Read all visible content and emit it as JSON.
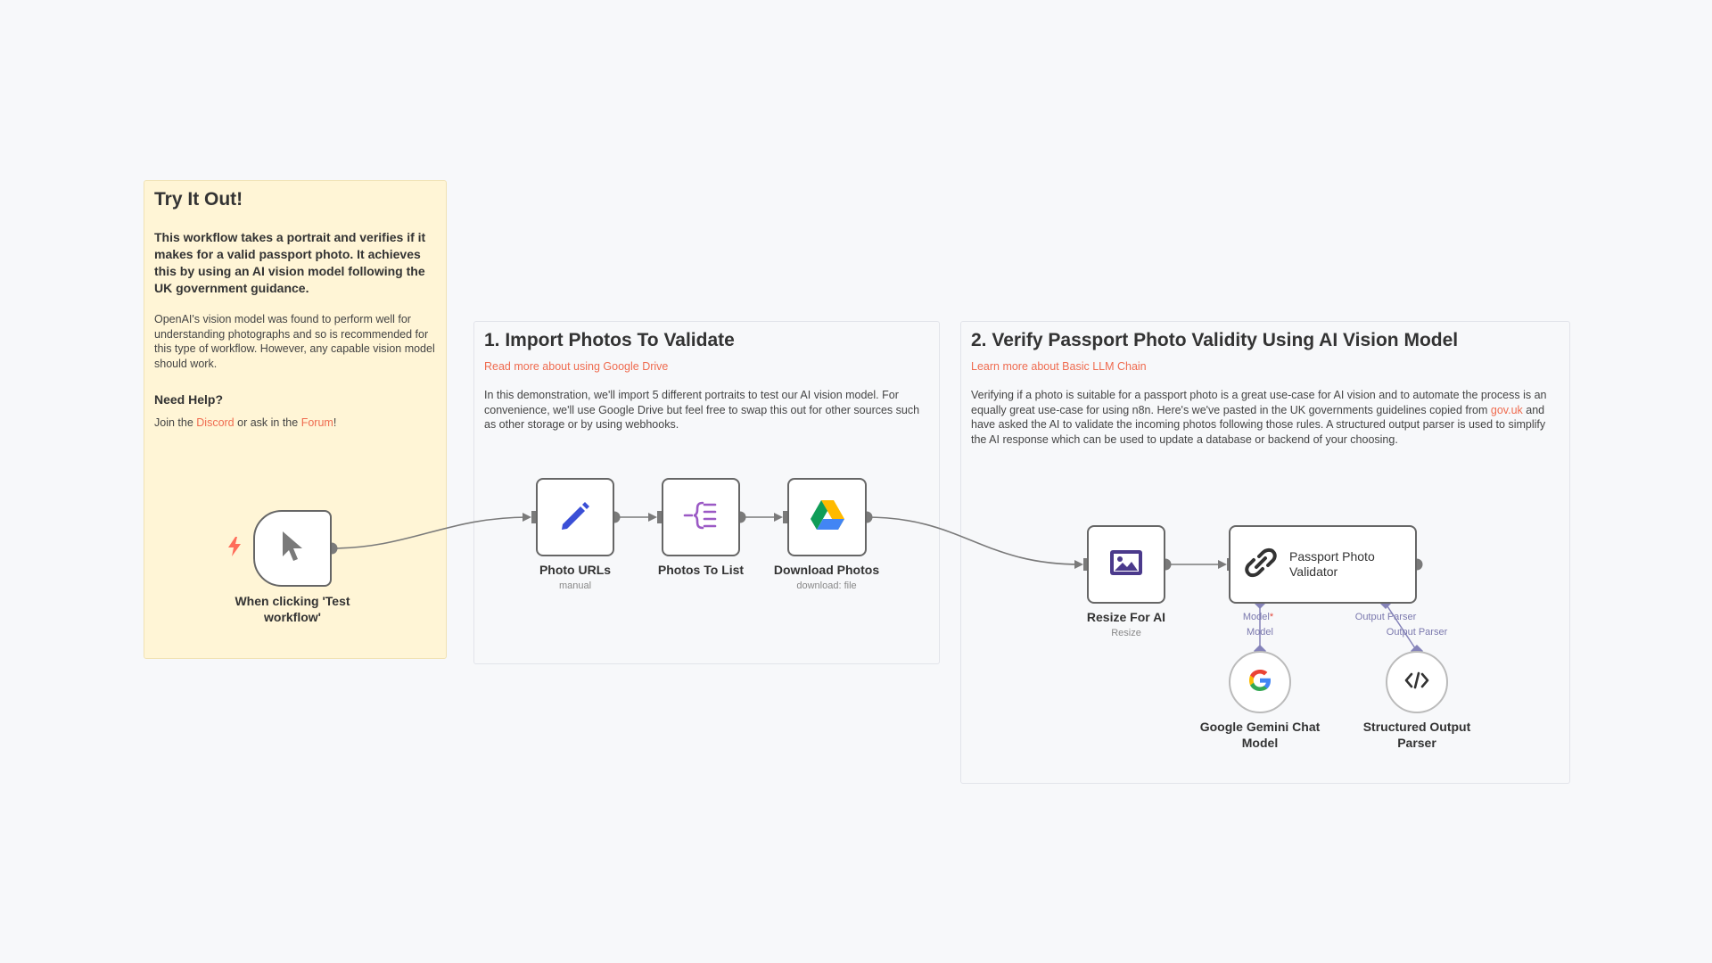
{
  "notes": {
    "try_it_out": {
      "title": "Try It Out!",
      "intro": "This workflow takes a portrait and verifies if it makes for a valid passport photo. It achieves this by using an AI vision model following the UK government guidance.",
      "openai_note": "OpenAI's vision model was found to perform well for understanding photographs and so is recommended for this type of workflow. However, any capable vision model should work.",
      "help_title": "Need Help?",
      "help_prefix": "Join the ",
      "discord_link": "Discord",
      "help_middle": " or ask in the ",
      "forum_link": "Forum",
      "help_suffix": "!"
    },
    "import_photos": {
      "title": "1. Import Photos To Validate",
      "link": "Read more about using Google Drive",
      "body": "In this demonstration, we'll import 5 different portraits to test our AI vision model. For convenience, we'll use Google Drive but feel free to swap this out for other sources such as other storage or by using webhooks."
    },
    "verify": {
      "title": "2. Verify Passport Photo Validity Using AI Vision Model",
      "link": "Learn more about Basic LLM Chain",
      "body_1": "Verifying if a photo is suitable for a passport photo is a great use-case for AI vision and to automate the process is an equally great use-case for using n8n. Here's we've pasted in the UK governments guidelines copied from ",
      "body_link": "gov.uk",
      "body_2": " and have asked the AI to validate the incoming photos following those rules. A structured output parser is used to simplify the AI response which can be used to update a database or backend of your choosing."
    }
  },
  "nodes": {
    "trigger": {
      "label": "When clicking 'Test workflow'",
      "icon": "cursor-icon"
    },
    "photo_urls": {
      "label": "Photo URLs",
      "sub": "manual",
      "icon": "pencil-icon"
    },
    "photos_to_list": {
      "label": "Photos To List",
      "icon": "split-out-icon"
    },
    "download_photos": {
      "label": "Download Photos",
      "sub": "download: file",
      "icon": "google-drive-icon"
    },
    "resize": {
      "label": "Resize For AI",
      "sub": "Resize",
      "icon": "image-icon"
    },
    "validator": {
      "label": "Passport Photo Validator",
      "icon": "chain-link-icon"
    },
    "gemini": {
      "label": "Google Gemini Chat Model",
      "icon": "google-icon"
    },
    "parser": {
      "label": "Structured Output Parser",
      "icon": "code-icon"
    }
  },
  "ports": {
    "model_top": "Model",
    "model_required": "*",
    "model_bottom": "Model",
    "parser_top": "Output Parser",
    "parser_bottom": "Output Parser"
  },
  "colors": {
    "accent_link": "#ef6b4f",
    "trigger_bolt": "#ff6d5a",
    "edge": "#7a7a7a",
    "ai_port": "#8583b9"
  }
}
